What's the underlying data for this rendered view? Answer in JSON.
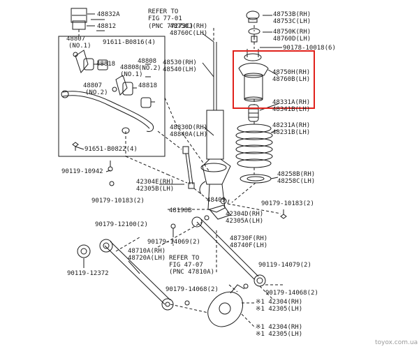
{
  "labels": {
    "p48832A": "48832A",
    "p48812": "48812",
    "refer1": "REFER TO",
    "refer1_fig": "FIG 77-01",
    "refer1_pnc": "(PNC 77273C)",
    "p48807_1": "48807",
    "p48807_1_no": "(NO.1)",
    "p91611": "91611-B0816(4)",
    "p48818_1": "48818",
    "p48808_2": "48808",
    "p48808_2_no": "(NO.2)",
    "p48808_1": "48808",
    "p48808_1_no": "(NO.1)",
    "p48807_2": "48807",
    "p48807_2_no": "(NO.2)",
    "p48818_2": "48818",
    "p91651": "91651-B0822(4)",
    "p90119_10942": "90119-10942",
    "p90179_10183_l": "90179-10183(2)",
    "p48750J": "48750J(RH)",
    "p48760C": "48760C(LH)",
    "p48753B": "48753B(RH)",
    "p48753C": "48753C(LH)",
    "p48750K": "48750K(RH)",
    "p48760D": "48760D(LH)",
    "p90178": "90178-10018(6)",
    "p48750H": "48750H(RH)",
    "p48760B": "48760B(LH)",
    "p48530": "48530(RH)",
    "p48540": "48540(LH)",
    "p48331A": "48331A(RH)",
    "p48341B": "48341B(LH)",
    "p48231A": "48231A(RH)",
    "p48231B": "48231B(LH)",
    "p48830D": "48830D(RH)",
    "p48840A": "48840A(LH)",
    "p48258B": "48258B(RH)",
    "p48258C": "48258C(LH)",
    "p42304E": "42304E(RH)",
    "p42305B": "42305B(LH)",
    "p48409": "48409",
    "p90179_10183_r": "90179-10183(2)",
    "p48198B": "48198B",
    "p42304D": "42304D(RH)",
    "p42305A": "42305A(LH)",
    "p90179_12100": "90179-12100(2)",
    "p90179_14069": "90179-14069(2)",
    "p48730F": "48730F(RH)",
    "p48740F": "48740F(LH)",
    "p48710A": "48710A(RH)",
    "p48720A": "48720A(LH)",
    "refer2": "REFER TO",
    "refer2_fig": "FIG 47-07",
    "refer2_pnc": "(PNC 47810A)",
    "p90119_14079": "90119-14079(2)",
    "p90119_12372": "90119-12372",
    "p90179_14068_l": "90179-14068(2)",
    "p90179_14068_r": "90179-14068(2)",
    "p42304_1": "※1 42304(RH)",
    "p42305_1": "※1 42305(LH)",
    "p42304_2": "※1 42304(RH)",
    "p42305_2": "※1 42305(LH)"
  },
  "watermark": "toyox.com.ua",
  "colors": {
    "line": "#1a1a1a",
    "highlight": "#e0211b",
    "watermark": "#9a9a9a"
  }
}
